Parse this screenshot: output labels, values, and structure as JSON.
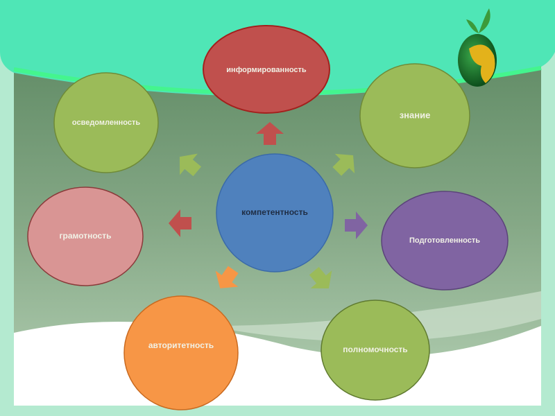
{
  "diagram": {
    "center": {
      "label": "компетентность",
      "color": "#4f81bd"
    },
    "nodes": [
      {
        "id": "informed",
        "label": "информированность",
        "color": "#c0504d"
      },
      {
        "id": "awareness",
        "label": "осведомленность",
        "color": "#9bbb59"
      },
      {
        "id": "knowledge",
        "label": "знание",
        "color": "#9bbb59"
      },
      {
        "id": "literacy",
        "label": "грамотность",
        "color": "#d99594"
      },
      {
        "id": "preparedness",
        "label": "Подготовленность",
        "color": "#8064a2"
      },
      {
        "id": "authority",
        "label": "авторитетность",
        "color": "#f79646"
      },
      {
        "id": "powers",
        "label": "полномочность",
        "color": "#9bbb59"
      }
    ]
  }
}
